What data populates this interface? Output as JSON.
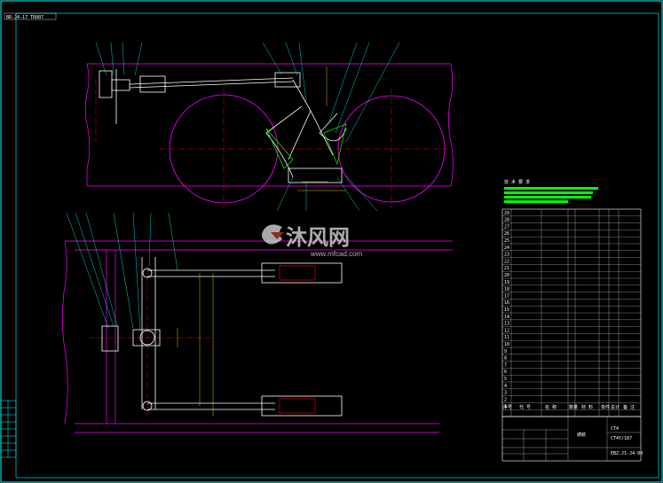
{
  "drawing_number_top": "BR-J4-17 TR007",
  "title_block": {
    "part_name": "總裝",
    "title_label_1": "CT4",
    "title_label_2": "CT4Y/187",
    "drawing_code": "EBZ.J1-J4-00"
  },
  "watermark": {
    "brand_cn": "沐风网",
    "url": "www.mfcad.com"
  },
  "tech_requirements_heading": "技 术 要 求",
  "bom_header": [
    "序号",
    "代 号",
    "名 称",
    "数量",
    "材 料",
    "单件",
    "总计",
    "备 注"
  ],
  "bom_row_numbers": [
    "29",
    "28",
    "27",
    "26",
    "25",
    "24",
    "23",
    "22",
    "21",
    "20",
    "19",
    "18",
    "17",
    "16",
    "15",
    "14",
    "13",
    "12",
    "11",
    "10",
    "9",
    "8",
    "7",
    "6",
    "5",
    "4",
    "3",
    "2",
    "1"
  ],
  "colors": {
    "background": "#000000",
    "frame": "#00ffff",
    "centerline": "#ff0000",
    "body": "#ff00ff",
    "parts": "#ffffff",
    "green": "#00ff00",
    "yellow": "#ffff00"
  }
}
